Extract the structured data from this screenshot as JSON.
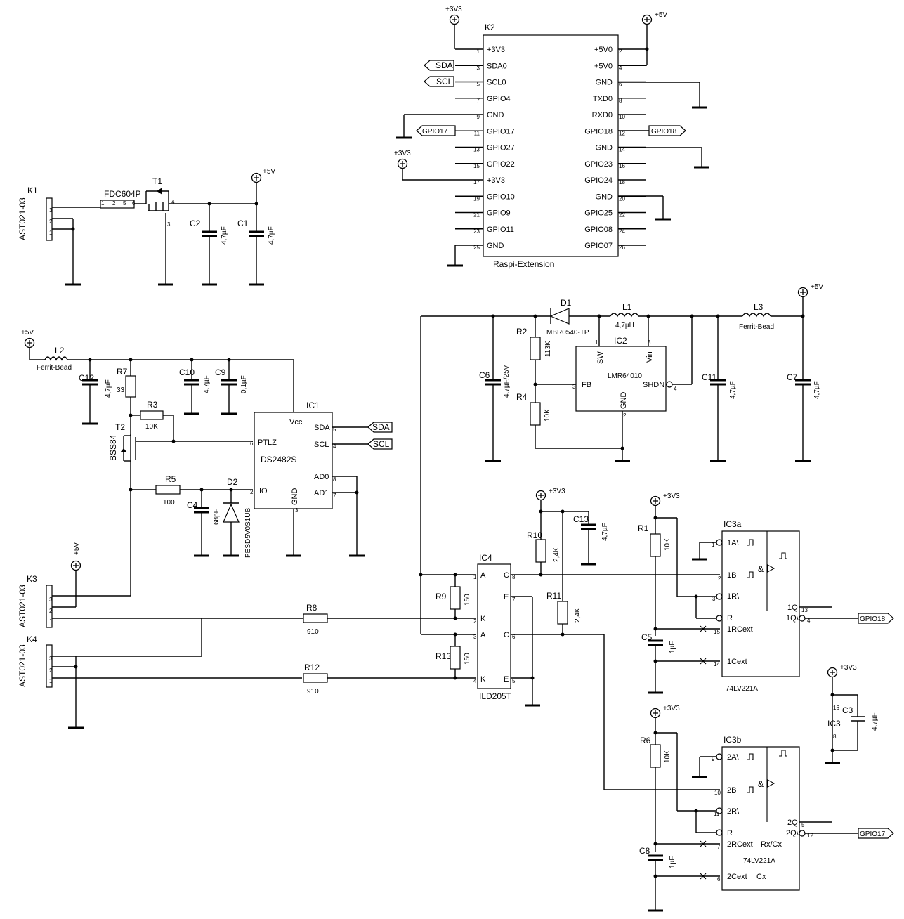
{
  "rails": {
    "v5": "+5V",
    "v3": "+3V3"
  },
  "k2": {
    "name": "K2",
    "title": "Raspi-Extension",
    "left_pins": [
      {
        "num": "1",
        "name": "+3V3"
      },
      {
        "num": "3",
        "name": "SDA0"
      },
      {
        "num": "5",
        "name": "SCL0"
      },
      {
        "num": "7",
        "name": "GPIO4"
      },
      {
        "num": "9",
        "name": "GND"
      },
      {
        "num": "11",
        "name": "GPIO17"
      },
      {
        "num": "13",
        "name": "GPIO27"
      },
      {
        "num": "15",
        "name": "GPIO22"
      },
      {
        "num": "17",
        "name": "+3V3"
      },
      {
        "num": "19",
        "name": "GPIO10"
      },
      {
        "num": "21",
        "name": "GPIO9"
      },
      {
        "num": "23",
        "name": "GPIO11"
      },
      {
        "num": "25",
        "name": "GND"
      }
    ],
    "right_pins": [
      {
        "num": "2",
        "name": "+5V0"
      },
      {
        "num": "4",
        "name": "+5V0"
      },
      {
        "num": "6",
        "name": "GND"
      },
      {
        "num": "8",
        "name": "TXD0"
      },
      {
        "num": "10",
        "name": "RXD0"
      },
      {
        "num": "12",
        "name": "GPIO18"
      },
      {
        "num": "14",
        "name": "GND"
      },
      {
        "num": "16",
        "name": "GPIO23"
      },
      {
        "num": "18",
        "name": "GPIO24"
      },
      {
        "num": "20",
        "name": "GND"
      },
      {
        "num": "22",
        "name": "GPIO25"
      },
      {
        "num": "24",
        "name": "GPIO08"
      },
      {
        "num": "26",
        "name": "GPIO07"
      }
    ]
  },
  "nets": {
    "sda": "SDA",
    "scl": "SCL",
    "gpio17": "GPIO17",
    "gpio18": "GPIO18"
  },
  "power": {
    "k1": "K1",
    "k1_part": "AST021-03",
    "t1": "T1",
    "t1_part": "FDC604P",
    "c2": "C2",
    "c1": "C1",
    "cap47": "4,7µF"
  },
  "i2c": {
    "l2": "L2",
    "ferrite": "Ferrit-Bead",
    "c12": "C12",
    "r7": "R7",
    "r7_val": "33",
    "c10": "C10",
    "c9": "C9",
    "c9_val": "0,1µF",
    "r3": "R3",
    "r3_val": "10K",
    "t2": "T2",
    "t2_part": "BSS84",
    "r5": "R5",
    "r5_val": "100",
    "c4": "C4",
    "c4_val": "68pF",
    "d2": "D2",
    "d2_part": "PESD5V0S1UB",
    "ic1": "IC1",
    "ic1_part": "DS2482S",
    "ic1_pins": {
      "vcc": "Vcc",
      "sda": "SDA",
      "scl": "SCL",
      "ptlz": "PTLZ",
      "ad0": "AD0",
      "ad1": "AD1",
      "io": "IO",
      "gnd": "GND"
    },
    "k3": "K3",
    "k4": "K4",
    "k_part": "AST021-03"
  },
  "regulator": {
    "d1": "D1",
    "d1_part": "MBR0540-TP",
    "l1": "L1",
    "l1_val": "4,7µH",
    "l3": "L3",
    "ferrite": "Ferrit-Bead",
    "r2": "R2",
    "r2_val": "113K",
    "r4": "R4",
    "r4_val": "10K",
    "c6": "C6",
    "c6_val": "4,7µF/25V",
    "ic2": "IC2",
    "ic2_part": "LMR64010",
    "ic2_pins": {
      "sw": "SW",
      "vin": "Vin",
      "fb": "FB",
      "shdn": "SHDN",
      "gnd": "GND"
    },
    "c11": "C11",
    "c7": "C7"
  },
  "opto": {
    "ic4": "IC4",
    "ic4_part": "ILD205T",
    "pins": {
      "a": "A",
      "k": "K",
      "c": "C",
      "e": "E"
    },
    "r8": "R8",
    "r12": "R12",
    "r_910": "910",
    "r9": "R9",
    "r13": "R13",
    "r_150": "150",
    "r10": "R10",
    "r11": "R11",
    "r_24k": "2,4K",
    "c13": "C13"
  },
  "mono": {
    "r1": "R1",
    "r6": "R6",
    "r_10k": "10K",
    "c5": "C5",
    "c8": "C8",
    "c_1u": "1µF",
    "c3": "C3",
    "ic3": "IC3",
    "ic3a": "IC3a",
    "ic3b": "IC3b",
    "part": "74LV221A",
    "a_pins": {
      "a": "1A\\",
      "b": "1B",
      "r": "1R\\",
      "rr": "R",
      "rcext": "1RCext",
      "cext": "1Cext",
      "q": "1Q",
      "qn": "1Q\\"
    },
    "b_pins": {
      "a": "2A\\",
      "b": "2B",
      "r": "2R\\",
      "rr": "R",
      "rcext": "2RCext",
      "cext": "2Cext",
      "q": "2Q",
      "qn": "2Q\\",
      "rxcx": "Rx/Cx",
      "cx": "Cx"
    },
    "amp": "&"
  }
}
